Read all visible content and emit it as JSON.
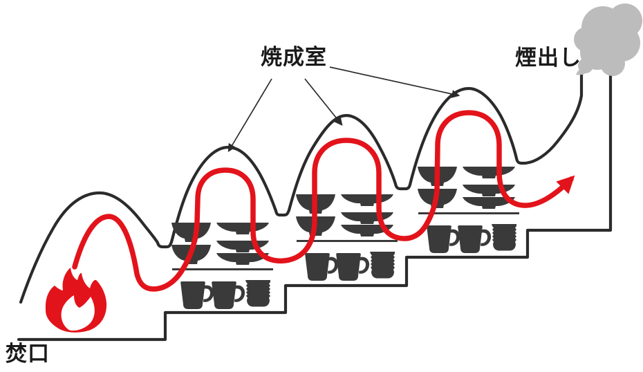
{
  "labels": {
    "firing_chamber": "焼成室",
    "smoke_outlet": "煙出し",
    "stoking_port": "焚口"
  },
  "colors": {
    "outline": "#2b2b2b",
    "flow": "#e3131b",
    "pottery": "#3a3a3a",
    "smoke": "#bcbcbc",
    "background": "#ffffff"
  },
  "structure": {
    "chamber_count": 3,
    "pottery_per_chamber": {
      "bowls": 2,
      "plates": 3,
      "mugs": 2,
      "tumblers": 1
    }
  }
}
